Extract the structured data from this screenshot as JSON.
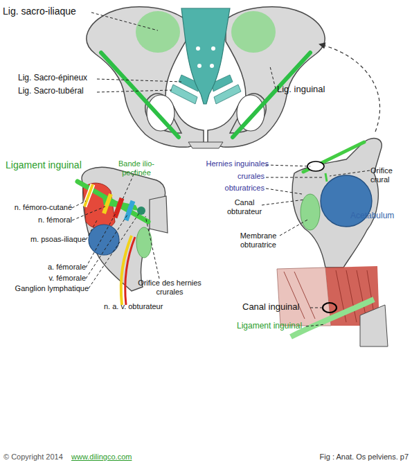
{
  "diagram": {
    "caption": "Fig : Anat. Os pelviens. p7",
    "labels": [
      "Lig. sacro-iliaque",
      "Lig. Sacro-épineux",
      "Lig. Sacro-tubéral",
      "Lig. inguinal",
      "Ligament inguinal",
      "Bande ilio-pectinée",
      "Hernies inguinales",
      "crurales",
      "obturatrices",
      "Orifice crural",
      "n. fémoro-cutané",
      "n. fémoral",
      "m. psoas-iliaque",
      "Canal obturateur",
      "Acetabulum",
      "Membrane obturatrice",
      "a. fémorale",
      "v. fémorale",
      "Ganglion lymphatique",
      "Orifice des hernies crurales",
      "n. a. v. obturateur",
      "Canal inguinal",
      "Ligament inguinal",
      "© Copyright 2014",
      "www.dilingco.com"
    ]
  }
}
